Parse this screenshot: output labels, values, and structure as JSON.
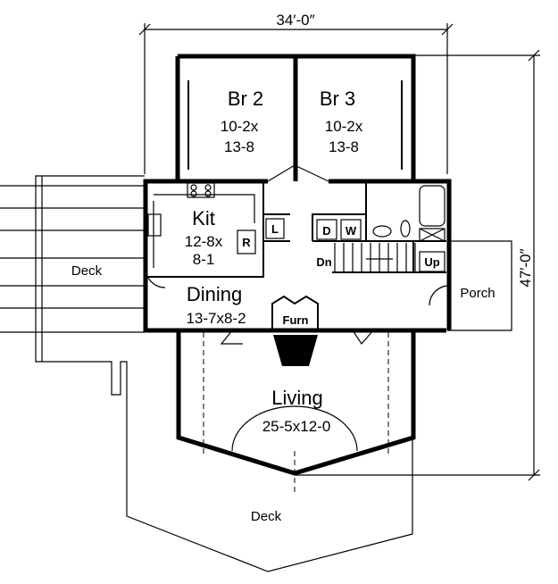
{
  "plan": {
    "overall_width": "34′-0″",
    "overall_depth": "47′-0″",
    "rooms": {
      "br2": {
        "name": "Br 2",
        "dim1": "10-2x",
        "dim2": "13-8"
      },
      "br3": {
        "name": "Br 3",
        "dim1": "10-2x",
        "dim2": "13-8"
      },
      "kitchen": {
        "name": "Kit",
        "dim1": "12-8x",
        "dim2": "8-1"
      },
      "dining": {
        "name": "Dining",
        "dim1": "13-7x8-2"
      },
      "living": {
        "name": "Living",
        "dim1": "25-5x12-0"
      },
      "porch": {
        "name": "Porch"
      },
      "deck_left": {
        "name": "Deck"
      },
      "deck_bottom": {
        "name": "Deck"
      }
    },
    "fixtures": {
      "laundry": "L",
      "refrigerator": "R",
      "dryer": "D",
      "washer": "W",
      "stair_down": "Dn",
      "stair_up": "Up",
      "furnace": "Furn"
    }
  }
}
